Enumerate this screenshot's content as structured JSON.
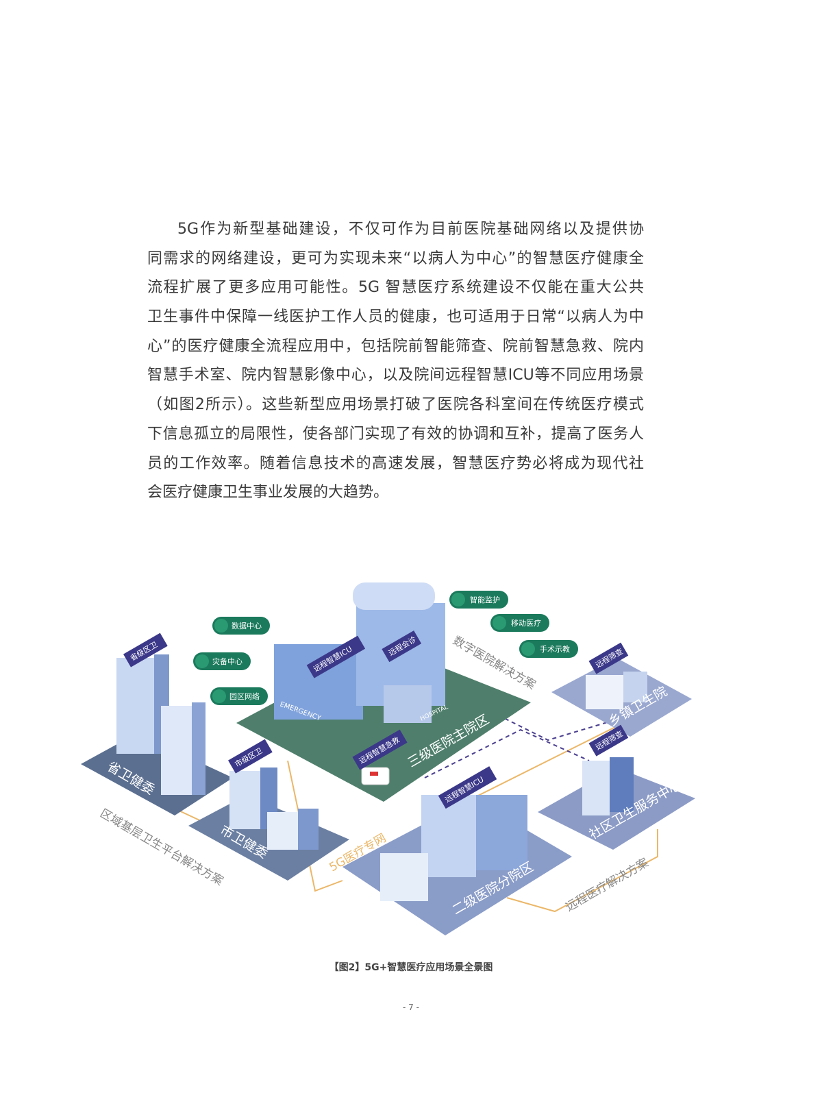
{
  "paragraph": [
    "5G作为新型基础建设，不仅可作为目前医院基础网络以及提供协",
    "同需求的网络建设，更可为实现未来“以病人为中心”的智慧医疗健康全",
    "流程扩展了更多应用可能性。5G 智慧医疗系统建设不仅能在重大公共",
    "卫生事件中保障一线医护工作人员的健康，也可适用于日常“以病人为中",
    "心”的医疗健康全流程应用中，包括院前智能筛查、院前智慧急救、院内",
    "智慧手术室、院内智慧影像中心，以及院间远程智慧ICU等不同应用场景",
    "（如图2所示）。这些新型应用场景打破了医院各科室间在传统医疗模式",
    "下信息孤立的局限性，使各部门实现了有效的协调和互补，提高了医务人",
    "员的工作效率。随着信息技术的高速发展，智慧医疗势必将成为现代社",
    "会医疗健康卫生事业发展的大趋势。"
  ],
  "figure": {
    "pills": {
      "data_center": "数据中心",
      "disaster_backup": "灾备中心",
      "campus_network": "园区网络",
      "smart_monitoring": "智能监护",
      "mobile_medical": "移动医疗",
      "surgery_teaching": "手术示教"
    },
    "tags": {
      "province_health": "省级区卫",
      "city_health": "市级区卫",
      "remote_icu_main": "远程智慧ICU",
      "remote_consult": "远程会诊",
      "remote_emergency": "远程智慧急救",
      "remote_icu_branch": "远程智慧ICU",
      "remote_screen_town": "远程筛查",
      "remote_screen_community": "远程筛查"
    },
    "platforms": {
      "province": "省卫健委",
      "city": "市卫健委",
      "main_hospital": "三级医院主院区",
      "branch_hospital": "二级医院分院区",
      "township": "乡镇卫生院",
      "community": "社区卫生服务中心"
    },
    "solutions": {
      "digital_hospital": "数字医院解决方案",
      "regional": "区域基层卫生平台解决方案",
      "remote_medical": "远程医疗解决方案",
      "network": "5G医疗专网"
    },
    "signs": {
      "emergency": "EMERGENCY",
      "hospital": "HOSPITAL"
    },
    "colors": {
      "pill": "#1b7a5c",
      "tag": "#3b3889",
      "main_platform": "#4f7f6c",
      "link_orange": "#ebb768",
      "dashed": "#4a3f8f"
    }
  },
  "caption": "【图2】5G+智慧医疗应用场景全景图",
  "page_number": "- 7 -"
}
